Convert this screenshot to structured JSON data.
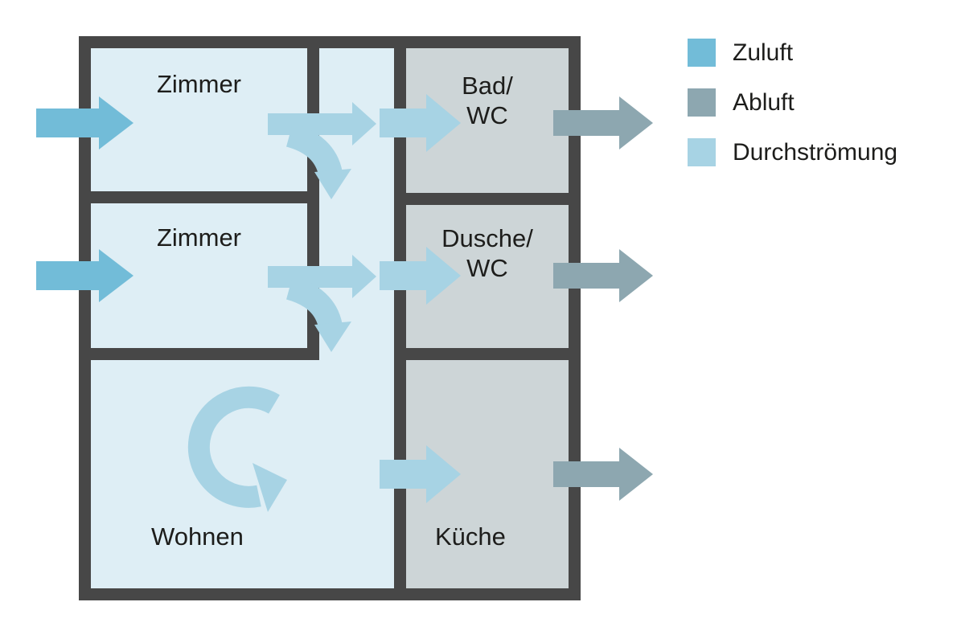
{
  "legend": {
    "items": [
      {
        "id": "zuluft",
        "label": "Zuluft"
      },
      {
        "id": "abluft",
        "label": "Abluft"
      },
      {
        "id": "durchstroemung",
        "label": "Durchströmung"
      }
    ]
  },
  "rooms": {
    "zimmer1": {
      "label": "Zimmer"
    },
    "zimmer2": {
      "label": "Zimmer"
    },
    "bad_wc": {
      "line1": "Bad/",
      "line2": "WC"
    },
    "dusche_wc": {
      "line1": "Dusche/",
      "line2": "WC"
    },
    "wohnen": {
      "label": "Wohnen"
    },
    "kueche": {
      "label": "Küche"
    }
  },
  "colors": {
    "zuluft": "#72bcd8",
    "abluft": "#8da7b0",
    "durchstroemung": "#a7d3e4",
    "room-light": "#deeef5",
    "room-gray": "#cdd5d7",
    "wall": "#474747",
    "text": "#1d1d1b",
    "background": "#ffffff"
  }
}
